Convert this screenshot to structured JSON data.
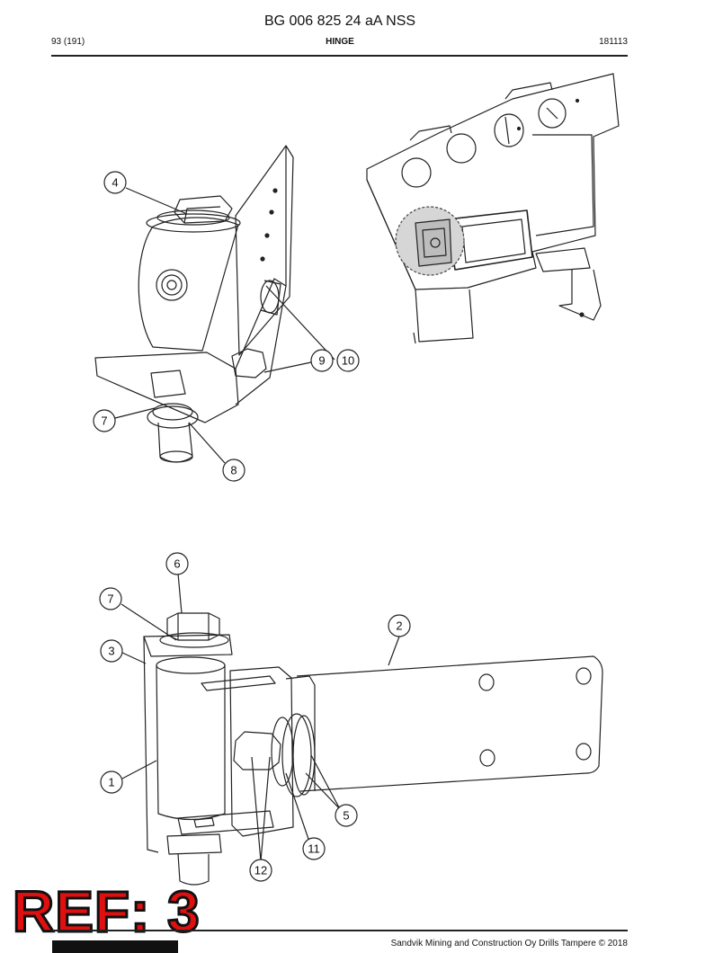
{
  "header": {
    "doc_number": "BG 006 825 24 aA NSS",
    "page": "93 (191)",
    "section_title": "HINGE",
    "revision": "181113"
  },
  "callouts": {
    "top": [
      "4",
      "9",
      "10",
      "7",
      "8"
    ],
    "bottom": [
      "6",
      "7",
      "3",
      "2",
      "1",
      "5",
      "11",
      "12"
    ]
  },
  "stamp": "REF: 3",
  "footer": {
    "copyright": "Sandvik Mining and Construction Oy Drills Tampere © 2018"
  }
}
